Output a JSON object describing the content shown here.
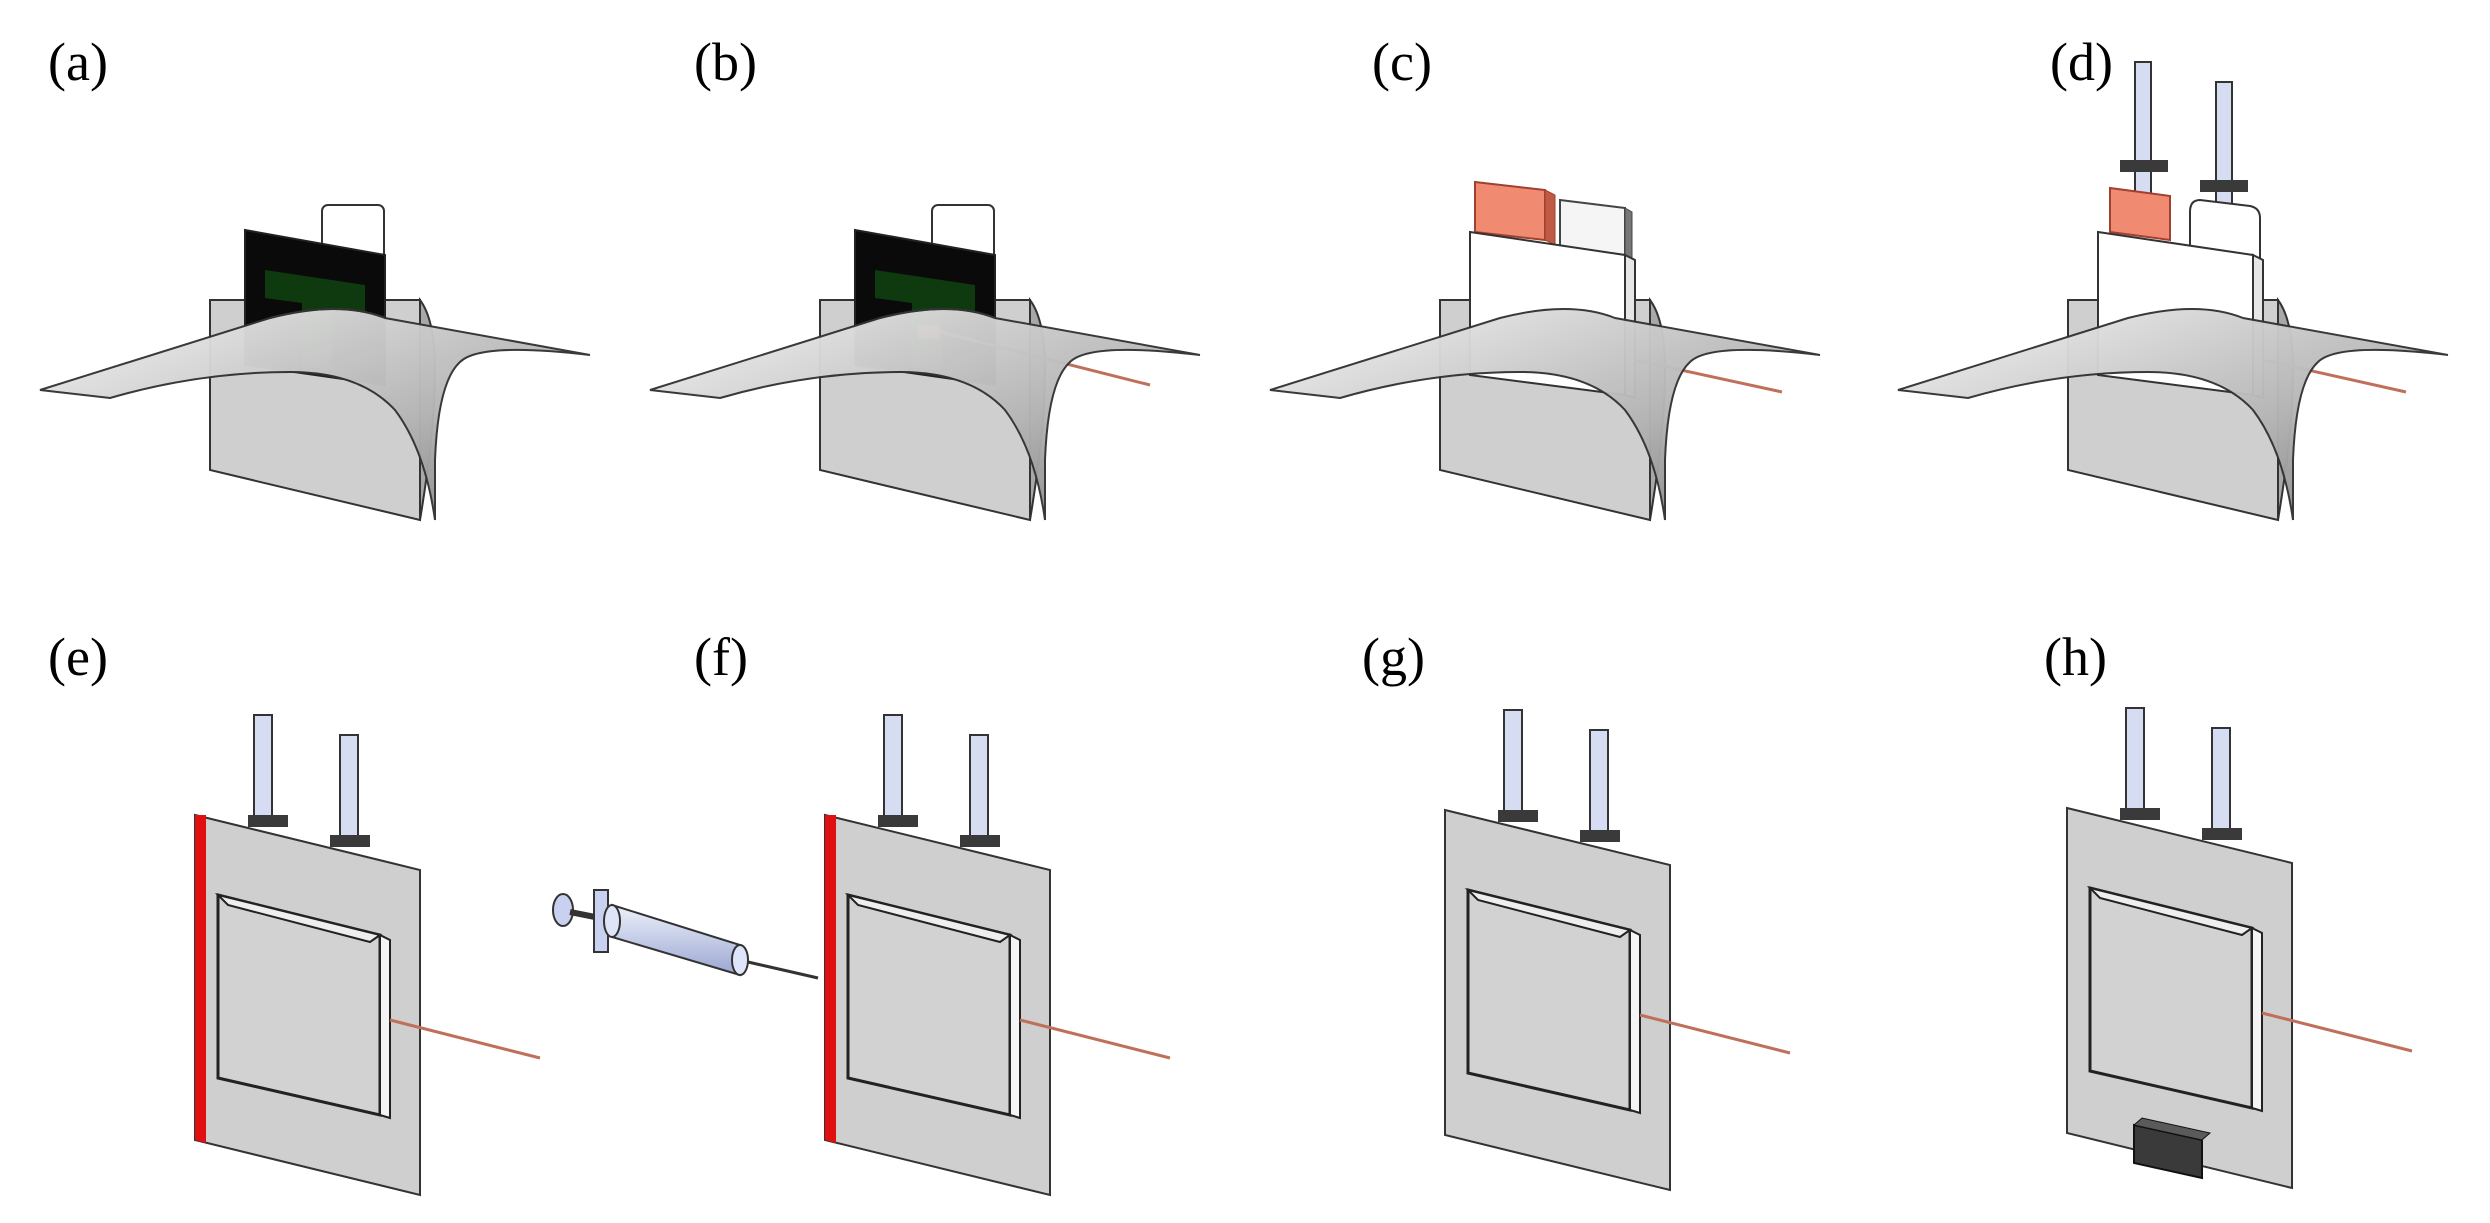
{
  "panels": [
    {
      "id": "a",
      "label": "(a)"
    },
    {
      "id": "b",
      "label": "(b)"
    },
    {
      "id": "c",
      "label": "(c)"
    },
    {
      "id": "d",
      "label": "(d)"
    },
    {
      "id": "e",
      "label": "(e)"
    },
    {
      "id": "f",
      "label": "(f)"
    },
    {
      "id": "g",
      "label": "(g)"
    },
    {
      "id": "h",
      "label": "(h)"
    }
  ],
  "colors": {
    "pouch": "#cfcfcf",
    "pouch_edge": "#333333",
    "foil_light": "#f2f2f2",
    "foil_dark": "#8c8c8c",
    "electrode_black": "#0a0a0a",
    "electrode_green": "#0f3a0f",
    "copper": "#f08a70",
    "wire": "#c0705a",
    "tab": "#d6dcf2",
    "tab_seal": "#3a3a3a",
    "sealant_red": "#e01010",
    "syringe": "#c8d2f0",
    "sensor_block": "#3a3a3a"
  }
}
